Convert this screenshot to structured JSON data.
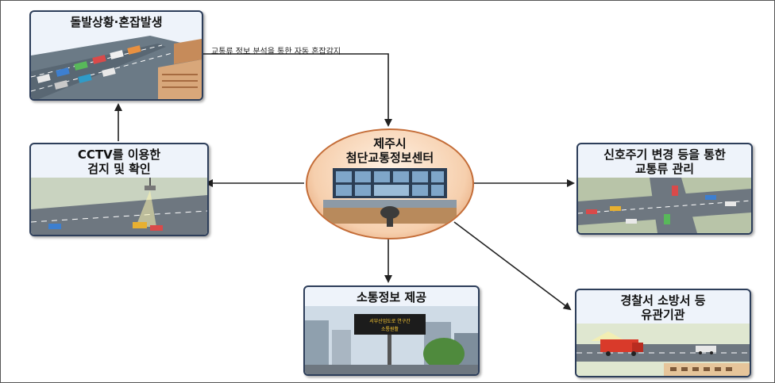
{
  "center": {
    "line1": "제주시",
    "line2": "첨단교통정보센터"
  },
  "cards": {
    "congestion": {
      "title": "돌발상황·혼잡발생"
    },
    "cctv": {
      "line1": "CCTV를 이용한",
      "line2": "검지 및 확인"
    },
    "signal": {
      "line1": "신호주기 변경 등을 통한",
      "line2": "교통류 관리"
    },
    "info": {
      "title": "소통정보 제공",
      "sign_line1": "서부산업도로 연구간",
      "sign_line2": "소통원활"
    },
    "agency": {
      "line1": "경찰서 소방서 등",
      "line2": "유관기관"
    }
  },
  "annotation": "교통류 정보 분석을 통한 자동 혼잡감지",
  "colors": {
    "card_border": "#2d3e5a",
    "center_border": "#c46d38",
    "arrow": "#222222"
  }
}
